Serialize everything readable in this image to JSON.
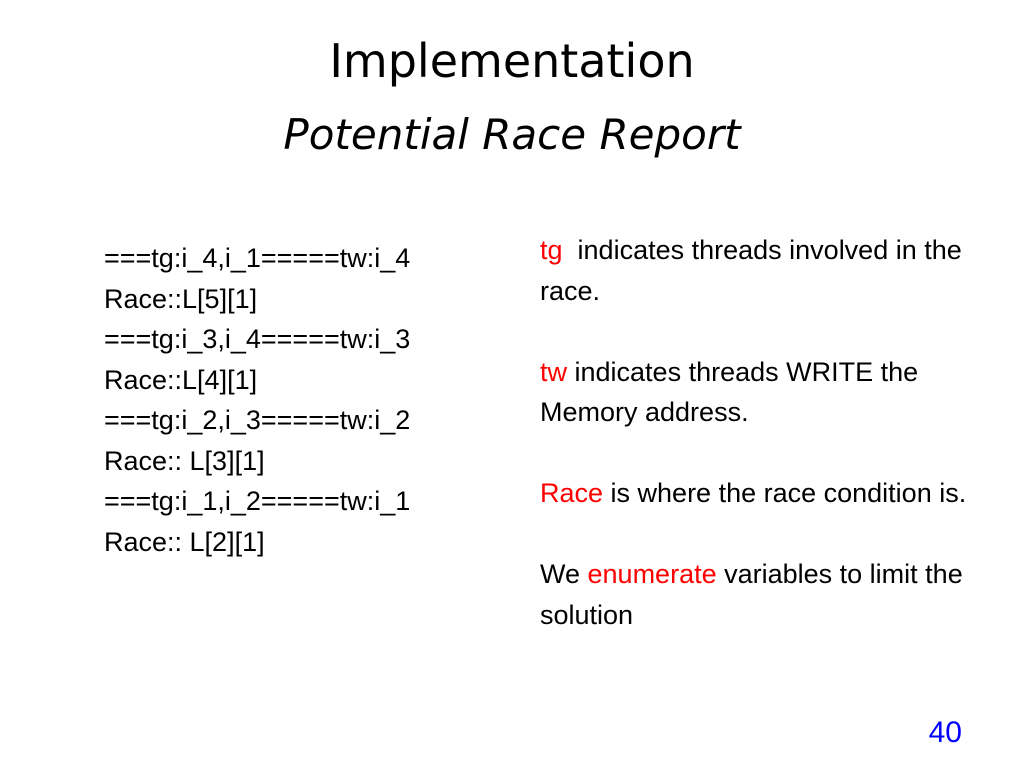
{
  "slide": {
    "title": "Implementation",
    "subtitle": "Potential Race Report",
    "number": "40"
  },
  "report_lines": [
    "===tg:i_4,i_1=====tw:i_4",
    "Race::L[5][1]",
    "===tg:i_3,i_4=====tw:i_3",
    "Race::L[4][1]",
    "===tg:i_2,i_3=====tw:i_2",
    "Race:: L[3][1]",
    "===tg:i_1,i_2=====tw:i_1",
    "Race:: L[2][1]"
  ],
  "notes": {
    "tg": {
      "term": "tg",
      "text": "  indicates threads involved in the race."
    },
    "tw": {
      "term": "tw",
      "text": " indicates threads WRITE the Memory address."
    },
    "race": {
      "term": "Race",
      "text": " is where the race condition is."
    },
    "enumerate": {
      "before": "We ",
      "term": "enumerate",
      "after": " variables to limit the solution"
    }
  },
  "colors": {
    "highlight": "#ff0000",
    "slide_number": "#0000ff",
    "text": "#000000",
    "background": "#ffffff"
  }
}
